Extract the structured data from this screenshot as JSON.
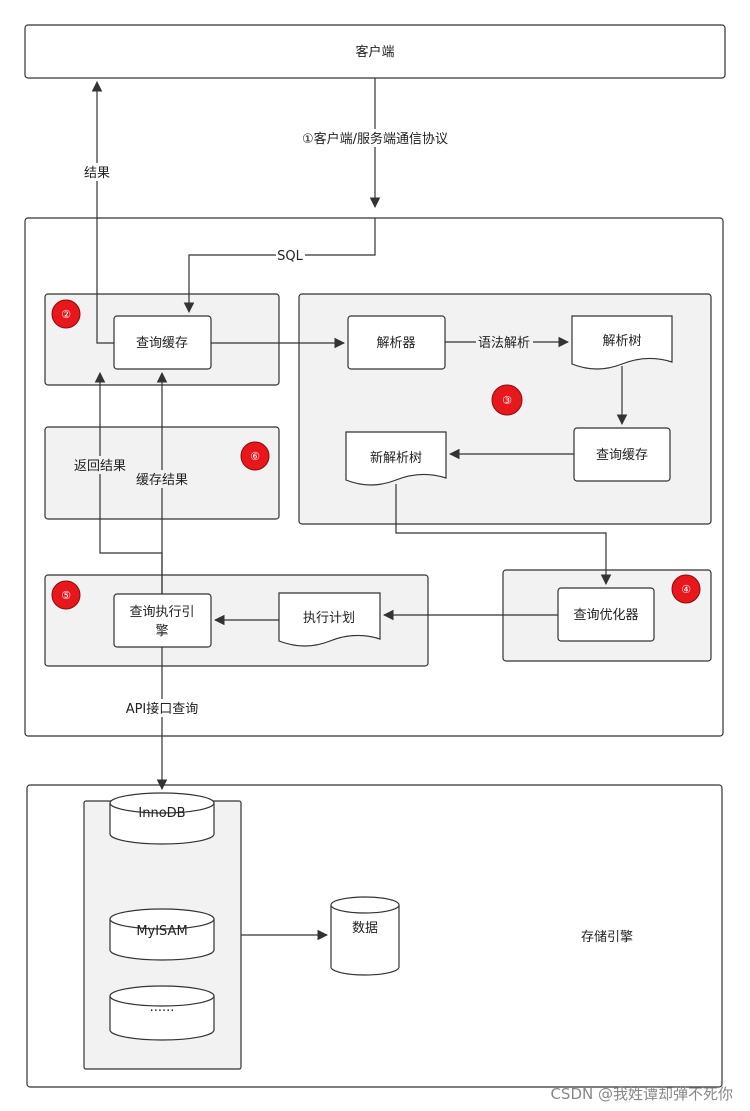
{
  "nodes": {
    "client": "客户端",
    "query_cache_main": "查询缓存",
    "parser": "解析器",
    "parse_tree": "解析树",
    "preprocessor": "查询缓存",
    "new_parse_tree": "新解析树",
    "optimizer": "查询优化器",
    "exec_plan": "执行计划",
    "exec_engine_line1": "查询执行引",
    "exec_engine_line2": "擎",
    "innodb": "InnoDB",
    "myisam": "MyISAM",
    "ellipsis_db": "......",
    "data": "数据",
    "storage_engine": "存储引擎"
  },
  "edges": {
    "protocol": "①客户端/服务端通信协议",
    "result": "结果",
    "sql": "SQL",
    "syntax_parse": "语法解析",
    "return_result": "返回结果",
    "cache_result": "缓存结果",
    "api_query": "API接口查询"
  },
  "markers": {
    "m2": "②",
    "m3": "③",
    "m4": "④",
    "m5": "⑤",
    "m6": "⑥"
  },
  "watermark": "CSDN @我姓谭却弹不死你",
  "colors": {
    "marker": "#e8171b",
    "group_fill": "#f2f2f2",
    "stroke": "#333333"
  }
}
